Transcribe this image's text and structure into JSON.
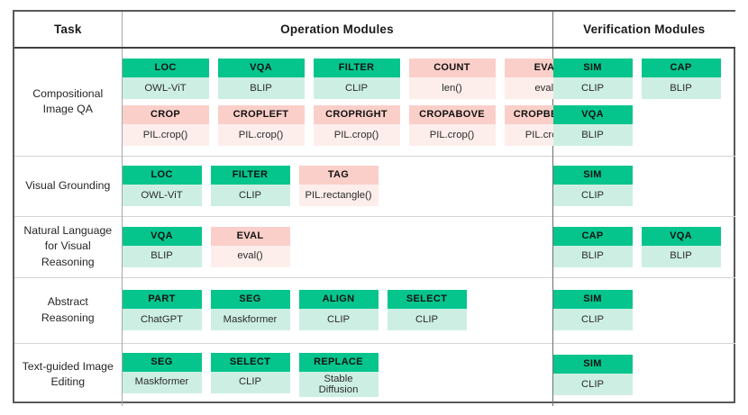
{
  "table": {
    "headers": {
      "task": "Task",
      "operation_modules": "Operation Modules",
      "verification_modules": "Verification Modules"
    },
    "rows": [
      {
        "task": "Compositional\nImage QA",
        "operation_groups": [
          [
            {
              "op": "LOC",
              "impl": "OWL-ViT",
              "color": "green"
            },
            {
              "op": "VQA",
              "impl": "BLIP",
              "color": "green"
            },
            {
              "op": "FILTER",
              "impl": "CLIP",
              "color": "green"
            },
            {
              "op": "COUNT",
              "impl": "len()",
              "color": "pink"
            },
            {
              "op": "EVAL",
              "impl": "eval()",
              "color": "pink"
            }
          ],
          [
            {
              "op": "CROP",
              "impl": "PIL.crop()",
              "color": "pink"
            },
            {
              "op": "CROPLEFT",
              "impl": "PIL.crop()",
              "color": "pink"
            },
            {
              "op": "CROPRIGHT",
              "impl": "PIL.crop()",
              "color": "pink"
            },
            {
              "op": "CROPABOVE",
              "impl": "PIL.crop()",
              "color": "pink"
            },
            {
              "op": "CROPBELOW",
              "impl": "PIL.crop()",
              "color": "pink"
            }
          ]
        ],
        "verification_groups": [
          [
            {
              "op": "SIM",
              "impl": "CLIP",
              "color": "green"
            },
            {
              "op": "CAP",
              "impl": "BLIP",
              "color": "green"
            }
          ],
          [
            {
              "op": "VQA",
              "impl": "BLIP",
              "color": "green"
            }
          ]
        ]
      },
      {
        "task": "Visual Grounding",
        "operation_groups": [
          [
            {
              "op": "LOC",
              "impl": "OWL-ViT",
              "color": "green"
            },
            {
              "op": "FILTER",
              "impl": "CLIP",
              "color": "green"
            },
            {
              "op": "TAG",
              "impl": "PIL.rectangle()",
              "color": "pink"
            }
          ]
        ],
        "verification_groups": [
          [
            {
              "op": "SIM",
              "impl": "CLIP",
              "color": "green"
            }
          ]
        ]
      },
      {
        "task": "Natural Language\nfor Visual\nReasoning",
        "operation_groups": [
          [
            {
              "op": "VQA",
              "impl": "BLIP",
              "color": "green"
            },
            {
              "op": "EVAL",
              "impl": "eval()",
              "color": "pink"
            }
          ]
        ],
        "verification_groups": [
          [
            {
              "op": "CAP",
              "impl": "BLIP",
              "color": "green"
            },
            {
              "op": "VQA",
              "impl": "BLIP",
              "color": "green"
            }
          ]
        ]
      },
      {
        "task": "Abstract\nReasoning",
        "operation_groups": [
          [
            {
              "op": "PART",
              "impl": "ChatGPT",
              "color": "green"
            },
            {
              "op": "SEG",
              "impl": "Maskformer",
              "color": "green"
            },
            {
              "op": "ALIGN",
              "impl": "CLIP",
              "color": "green"
            },
            {
              "op": "SELECT",
              "impl": "CLIP",
              "color": "green"
            }
          ]
        ],
        "verification_groups": [
          [
            {
              "op": "SIM",
              "impl": "CLIP",
              "color": "green"
            }
          ]
        ]
      },
      {
        "task": "Text-guided Image\nEditing",
        "operation_groups": [
          [
            {
              "op": "SEG",
              "impl": "Maskformer",
              "color": "green"
            },
            {
              "op": "SELECT",
              "impl": "CLIP",
              "color": "green"
            },
            {
              "op": "REPLACE",
              "impl": "Stable\nDiffusion",
              "color": "green"
            }
          ]
        ],
        "verification_groups": [
          [
            {
              "op": "SIM",
              "impl": "CLIP",
              "color": "green"
            }
          ]
        ]
      }
    ]
  },
  "colors": {
    "op_green": "#05c58d",
    "impl_green": "#cdefe3",
    "op_pink": "#fbcfc9",
    "impl_pink": "#fdeeec",
    "border_outer": "#595959",
    "border_inner": "#d4d4d4"
  }
}
